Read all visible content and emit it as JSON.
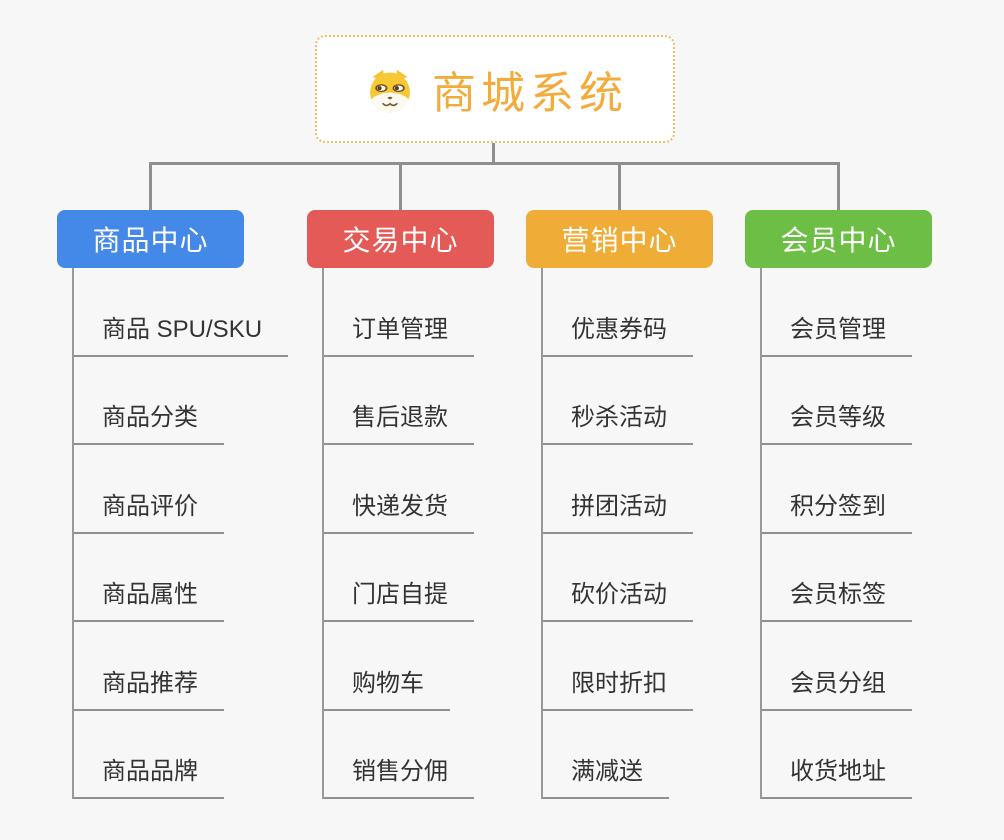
{
  "root": {
    "title": "商城系统",
    "icon": "shiba-dog-icon"
  },
  "branches": [
    {
      "label": "商品中心",
      "color": "#4589e8",
      "children": [
        "商品 SPU/SKU",
        "商品分类",
        "商品评价",
        "商品属性",
        "商品推荐",
        "商品品牌"
      ]
    },
    {
      "label": "交易中心",
      "color": "#e45a56",
      "children": [
        "订单管理",
        "售后退款",
        "快递发货",
        "门店自提",
        "购物车",
        "销售分佣"
      ]
    },
    {
      "label": "营销中心",
      "color": "#efad37",
      "children": [
        "优惠券码",
        "秒杀活动",
        "拼团活动",
        "砍价活动",
        "限时折扣",
        "满减送"
      ]
    },
    {
      "label": "会员中心",
      "color": "#6cbe45",
      "children": [
        "会员管理",
        "会员等级",
        "积分签到",
        "会员标签",
        "会员分组",
        "收货地址"
      ]
    }
  ],
  "colors": {
    "background": "#f7f7f7",
    "connector_gray": "#8f8f8f",
    "underline_gray": "#909090",
    "leaf_text": "#333333",
    "root_text_orange": "#f3ab3c",
    "root_border_orange": "#f2bc69"
  }
}
